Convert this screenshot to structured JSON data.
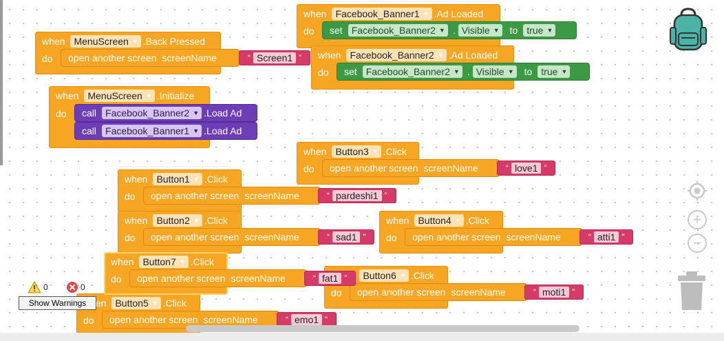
{
  "keywords": {
    "when": "when",
    "do": "do",
    "set": "set",
    "to": "to",
    "call": "call",
    "open_screen": "open another screen",
    "screen_name": "screenName",
    "dot": "."
  },
  "blocks": {
    "fb1_loaded": {
      "component": "Facebook_Banner1",
      "event": ".Ad Loaded",
      "target": "Facebook_Banner2",
      "prop": "Visible",
      "value": "true"
    },
    "fb2_loaded": {
      "component": "Facebook_Banner2",
      "event": ".Ad Loaded",
      "target": "Facebook_Banner2",
      "prop": "Visible",
      "value": "true"
    },
    "menu_back": {
      "component": "MenuScreen",
      "event": ".Back Pressed",
      "screen": "Screen1"
    },
    "menu_init": {
      "component": "MenuScreen",
      "event": ".Initialize",
      "call1_comp": "Facebook_Banner2",
      "call1_method": ".Load Ad",
      "call2_comp": "Facebook_Banner1",
      "call2_method": ".Load Ad"
    },
    "button3": {
      "component": "Button3",
      "event": ".Click",
      "screen": "love1"
    },
    "button1": {
      "component": "Button1",
      "event": ".Click",
      "screen": "pardeshi1"
    },
    "button2": {
      "component": "Button2",
      "event": ".Click",
      "screen": "sad1"
    },
    "button4": {
      "component": "Button4",
      "event": ".Click",
      "screen": "atti1"
    },
    "button7": {
      "component": "Button7",
      "event": ".Click",
      "screen": "fat1"
    },
    "button6": {
      "component": "Button6",
      "event": ".Click",
      "screen": "moti1"
    },
    "button5": {
      "component": "Button5",
      "event": ".Click",
      "screen": "emo1"
    }
  },
  "warnings": {
    "warning_count": "0",
    "error_count": "0",
    "show_warnings_label": "Show Warnings"
  },
  "icons": {
    "backpack": "backpack-icon",
    "target": "center-target-icon",
    "zoom_in": "zoom-in-icon",
    "zoom_out": "zoom-out-icon",
    "trash": "trash-icon",
    "warning": "warning-icon",
    "error": "error-icon"
  },
  "colors": {
    "event": "#f6a623",
    "string": "#d63b68",
    "setter": "#3d9a44",
    "call": "#6c3db5"
  }
}
